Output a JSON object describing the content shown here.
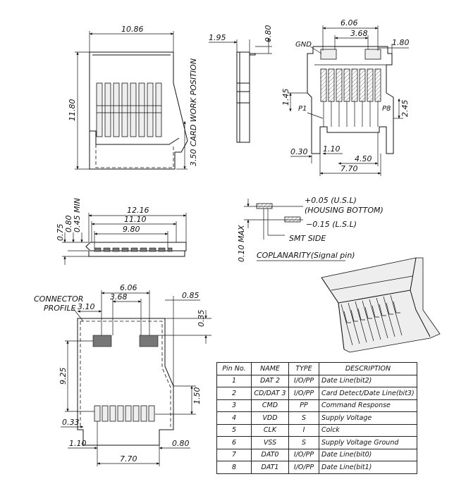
{
  "top_view": {
    "width_dim": "10.86",
    "height_dim": "11.80",
    "card_work_position": "3.50 CARD WORK POSITION"
  },
  "side_view": {
    "dim_top": "1.95",
    "dim_right": "0.80"
  },
  "bottom_view": {
    "gnd_label": "GND",
    "p1_label": "P1",
    "p8_label": "P8",
    "dims": [
      "6.06",
      "3.68",
      "1.80",
      "1.45",
      "2.45",
      "0.30",
      "1.10",
      "4.50",
      "7.70"
    ]
  },
  "front_view": {
    "dims_horizontal": [
      "12.16",
      "11.10",
      "9.80"
    ],
    "dims_vertical": [
      "0.75",
      "0.80",
      "0.45 MIN"
    ]
  },
  "coplanarity": {
    "plus": "+0.05 (U.S.L)",
    "housing_bottom": "(HOUSING BOTTOM)",
    "minus": "−0.15 (L.S.L)",
    "smt_side": "SMT SIDE",
    "max_dim": "0.10 MAX",
    "caption": "COPLANARITY(Signal pin)"
  },
  "footprint": {
    "connector_profile": [
      "CONNECTOR",
      "PROFILE"
    ],
    "dims_top": [
      "6.06",
      "3.68",
      "0.85",
      "3.10"
    ],
    "dim_right_top": "0.35",
    "dim_left": "9.25",
    "dim_right": "1.50",
    "dim_left_small": "0.33",
    "dims_bottom": [
      "1.10",
      "0.80",
      "7.70"
    ]
  },
  "pin_table": {
    "headers": [
      "Pin No.",
      "NAME",
      "TYPE",
      "DESCRIPTION"
    ],
    "rows": [
      {
        "pin": "1",
        "name": "DAT 2",
        "type": "I/O/PP",
        "desc": "Date Line(bit2)"
      },
      {
        "pin": "2",
        "name": "CD/DAT 3",
        "type": "I/O/PP",
        "desc": "Card Detect/Date Line(bit3)"
      },
      {
        "pin": "3",
        "name": "CMD",
        "type": "PP",
        "desc": "Command Response"
      },
      {
        "pin": "4",
        "name": "VDD",
        "type": "S",
        "desc": "Supply Voltage"
      },
      {
        "pin": "5",
        "name": "CLK",
        "type": "I",
        "desc": "Colck"
      },
      {
        "pin": "6",
        "name": "VSS",
        "type": "S",
        "desc": "Supply Voltage Ground"
      },
      {
        "pin": "7",
        "name": "DAT0",
        "type": "I/O/PP",
        "desc": "Date Line(bit0)"
      },
      {
        "pin": "8",
        "name": "DAT1",
        "type": "I/O/PP",
        "desc": "Date Line(bit1)"
      }
    ]
  }
}
